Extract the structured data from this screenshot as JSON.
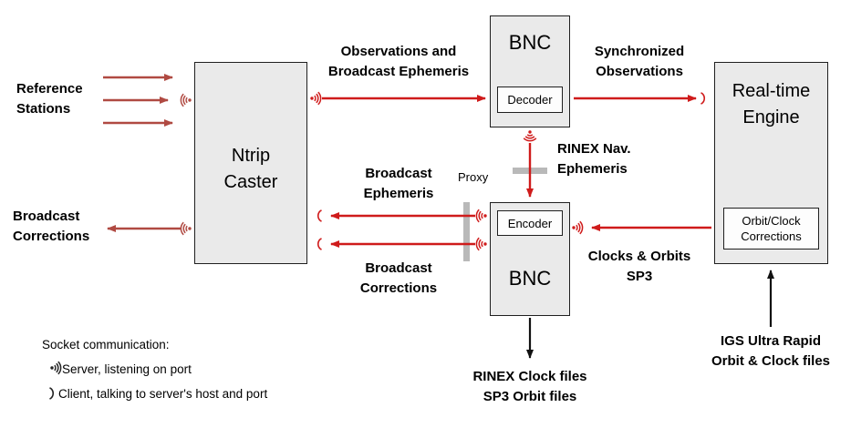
{
  "colors": {
    "arrow_red": "#cf1b1b",
    "arrow_brick": "#b04a42",
    "arrow_black": "#111111",
    "box_fill": "#eaeaea",
    "box_border": "#1f1f1f",
    "subbox_fill": "#fdfdfd",
    "proxy_gray": "#b9b9b9",
    "page_bg": "#ffffff"
  },
  "icons": {
    "server_socket": "dot with three radiating arcs",
    "client_socket": "single open arc"
  },
  "boxes": {
    "ntrip_caster": {
      "line1": "Ntrip",
      "line2": "Caster"
    },
    "bnc_top": {
      "title": "BNC",
      "sub": "Decoder"
    },
    "bnc_bottom": {
      "title": "BNC",
      "sub": "Encoder"
    },
    "engine": {
      "line1": "Real-time",
      "line2": "Engine",
      "sub1": "Orbit/Clock",
      "sub2": "Corrections"
    }
  },
  "labels": {
    "reference_stations": {
      "l1": "Reference",
      "l2": "Stations"
    },
    "obs_ephemeris": {
      "l1": "Observations and",
      "l2": "Broadcast Ephemeris"
    },
    "synchronized": {
      "l1": "Synchronized",
      "l2": "Observations"
    },
    "rinex_nav": {
      "l1": "RINEX Nav.",
      "l2": "Ephemeris"
    },
    "proxy": "Proxy",
    "broadcast_ephemeris": {
      "l1": "Broadcast",
      "l2": "Ephemeris"
    },
    "broadcast_corrections_mid": {
      "l1": "Broadcast",
      "l2": "Corrections"
    },
    "broadcast_corrections_left": {
      "l1": "Broadcast",
      "l2": "Corrections"
    },
    "clocks_orbits": {
      "l1": "Clocks & Orbits",
      "l2": "SP3"
    },
    "rinex_files": {
      "l1": "RINEX Clock files",
      "l2": "SP3 Orbit files"
    },
    "igs_files": {
      "l1": "IGS Ultra Rapid",
      "l2": "Orbit & Clock files"
    }
  },
  "legend": {
    "title": "Socket communication:",
    "server": "Server, listening on port",
    "client": "Client, talking to server's host and port"
  }
}
